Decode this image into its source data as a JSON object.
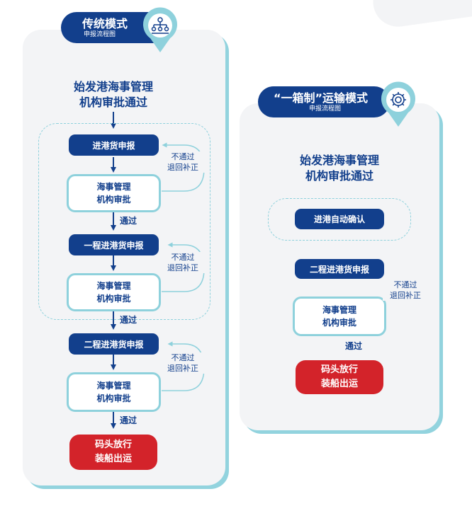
{
  "traditional": {
    "title": "传统模式",
    "subtitle": "申报流程图",
    "start_line1": "始发港海事管理",
    "start_line2": "机构审批通过",
    "step1": "进港货申报",
    "step2": "一程进港货申报",
    "step3": "二程进港货申报",
    "review_line1": "海事管理",
    "review_line2": "机构审批",
    "reject_line1": "不通过",
    "reject_line2": "退回补正",
    "pass": "通过",
    "final_line1": "码头放行",
    "final_line2": "装船出运"
  },
  "onebox": {
    "title": "“一箱制”运输模式",
    "subtitle": "申报流程图",
    "start_line1": "始发港海事管理",
    "start_line2": "机构审批通过",
    "auto_confirm": "进港自动确认",
    "step": "二程进港货申报",
    "review_line1": "海事管理",
    "review_line2": "机构审批",
    "reject_line1": "不通过",
    "reject_line2": "退回补正",
    "pass": "通过",
    "final_line1": "码头放行",
    "final_line2": "装船出运"
  },
  "icons": {
    "traditional": "people-network-icon",
    "onebox": "gear-icon"
  },
  "colors": {
    "navy": "#123f8c",
    "teal": "#8ed1dc",
    "red": "#d3232a",
    "panel": "#f3f4f6"
  }
}
